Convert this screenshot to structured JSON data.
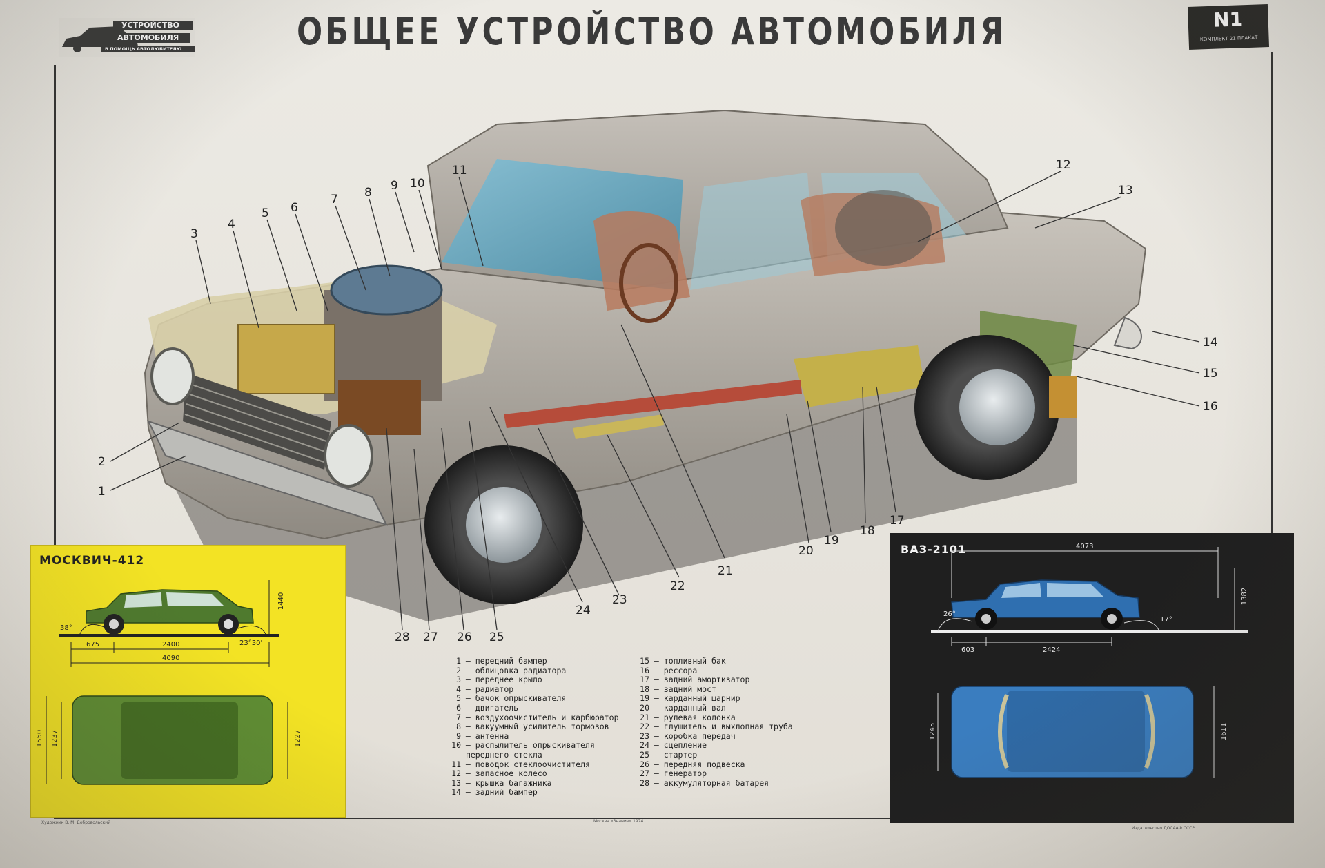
{
  "header": {
    "title": "ОБЩЕЕ УСТРОЙСТВО АВТОМОБИЛЯ",
    "logo_line1": "УСТРОЙСТВО",
    "logo_line2": "АВТОМОБИЛЯ",
    "logo_line3": "В ПОМОЩЬ АВТОЛЮБИТЕЛЮ",
    "badge_number": "N1",
    "badge_sub": "КОМПЛЕКТ 21 ПЛАКАТ"
  },
  "callouts": [
    "1",
    "2",
    "3",
    "4",
    "5",
    "6",
    "7",
    "8",
    "9",
    "10",
    "11",
    "12",
    "13",
    "14",
    "15",
    "16",
    "17",
    "18",
    "19",
    "20",
    "21",
    "22",
    "23",
    "24",
    "25",
    "26",
    "27",
    "28"
  ],
  "legend_left": [
    {
      "num": "1",
      "text": "передний бампер"
    },
    {
      "num": "2",
      "text": "облицовка радиатора"
    },
    {
      "num": "3",
      "text": "переднее крыло"
    },
    {
      "num": "4",
      "text": "радиатор"
    },
    {
      "num": "5",
      "text": "бачок опрыскивателя"
    },
    {
      "num": "6",
      "text": "двигатель"
    },
    {
      "num": "7",
      "text": "воздухоочиститель и карбюратор"
    },
    {
      "num": "8",
      "text": "вакуумный усилитель тормозов"
    },
    {
      "num": "9",
      "text": "антенна"
    },
    {
      "num": "10",
      "text": "распылитель опрыскивателя"
    },
    {
      "num": "",
      "text": "переднего стекла"
    },
    {
      "num": "11",
      "text": "поводок стеклоочистителя"
    },
    {
      "num": "12",
      "text": "запасное колесо"
    },
    {
      "num": "13",
      "text": "крышка багажника"
    },
    {
      "num": "14",
      "text": "задний бампер"
    }
  ],
  "legend_right": [
    {
      "num": "15",
      "text": "топливный бак"
    },
    {
      "num": "16",
      "text": "рессора"
    },
    {
      "num": "17",
      "text": "задний амортизатор"
    },
    {
      "num": "18",
      "text": "задний мост"
    },
    {
      "num": "19",
      "text": "карданный шарнир"
    },
    {
      "num": "20",
      "text": "карданный вал"
    },
    {
      "num": "21",
      "text": "рулевая колонка"
    },
    {
      "num": "22",
      "text": "глушитель и выхлопная труба"
    },
    {
      "num": "23",
      "text": "коробка передач"
    },
    {
      "num": "24",
      "text": "сцепление"
    },
    {
      "num": "25",
      "text": "стартер"
    },
    {
      "num": "26",
      "text": "передняя подвеска"
    },
    {
      "num": "27",
      "text": "генератор"
    },
    {
      "num": "28",
      "text": "аккумуляторная батарея"
    }
  ],
  "moskvich": {
    "title": "МОСКВИЧ-412",
    "height": "1440",
    "angle_front": "38°",
    "angle_rear": "23°30'",
    "overhang": "675",
    "wheelbase": "2400",
    "length": "4090",
    "width": "1550",
    "track_front": "1237",
    "track_rear": "1227"
  },
  "vaz": {
    "title": "ВАЗ-2101",
    "length": "4073",
    "height": "1382",
    "angle_front": "26°",
    "angle_rear": "17°",
    "overhang": "603",
    "wheelbase": "2424",
    "track": "1245",
    "width": "1611"
  },
  "footer": {
    "left": "Художник В. М. Добровольский",
    "center": "Москва «Знание» 1974",
    "right": "Издательство ДОСААФ СССР"
  },
  "colors": {
    "body": "#b3aea6",
    "yellow_panel": "#f3e324",
    "moskvich_green": "#4f7a2e",
    "vaz_blue": "#2f6fb0",
    "engine": "#c8a94a"
  }
}
